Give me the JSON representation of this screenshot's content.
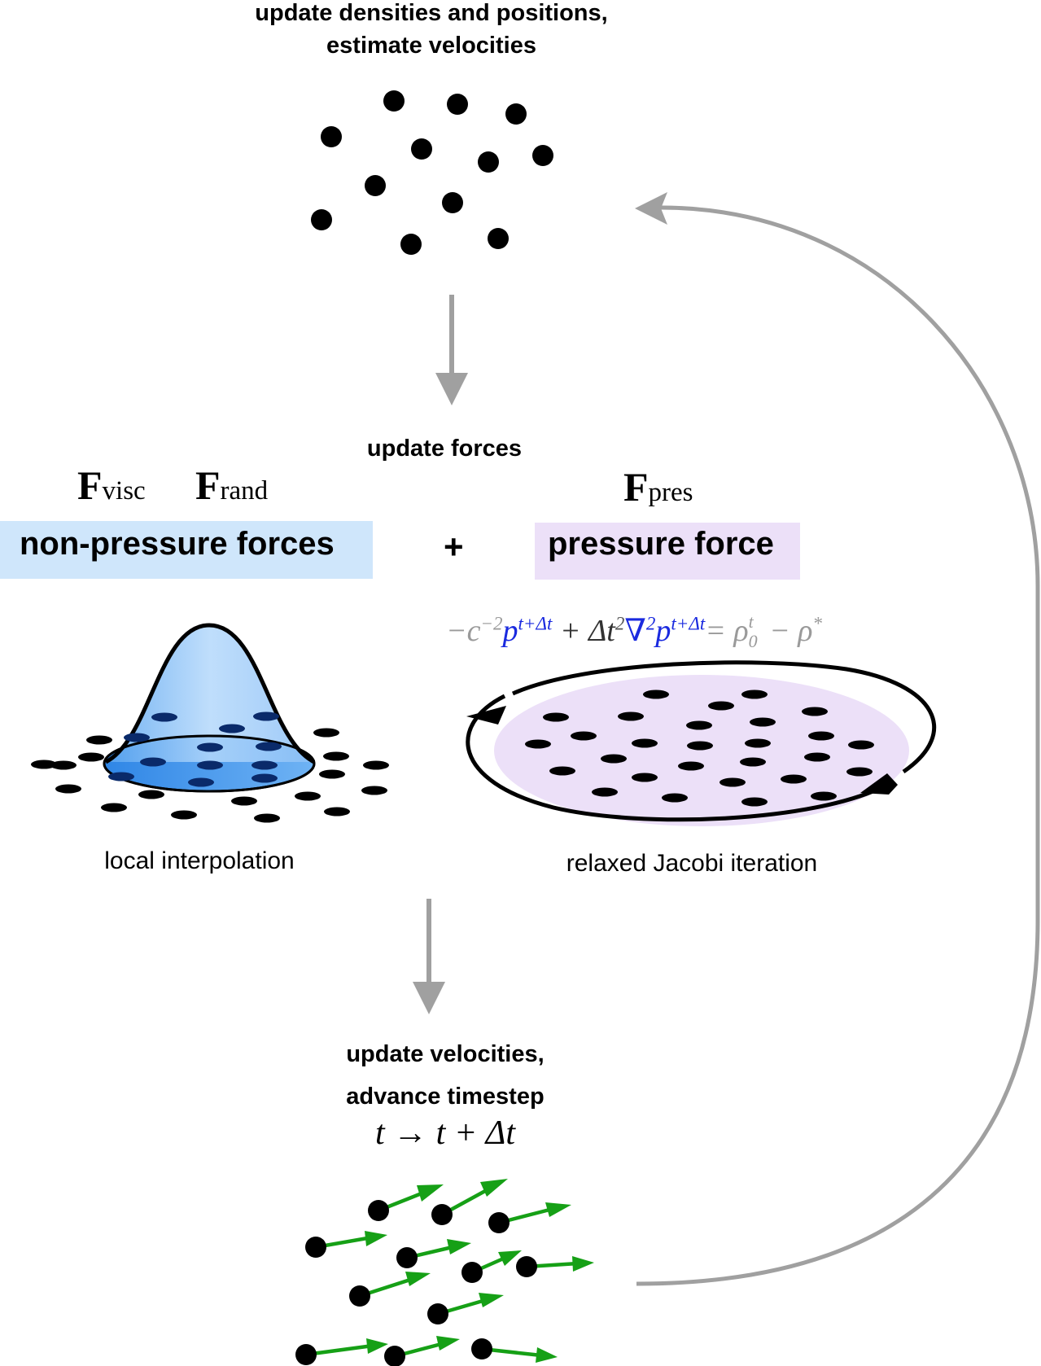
{
  "steps": {
    "step1": {
      "line1": "update densities and positions,",
      "line2": "estimate velocities"
    },
    "step2": {
      "title": "update forces"
    },
    "step3": {
      "line1": "update velocities,",
      "line2": "advance timestep",
      "formula": "t → t + Δt"
    }
  },
  "forces": {
    "nonpressure": {
      "symbol1": "F",
      "sub1": "visc",
      "symbol2": "F",
      "sub2": "rand",
      "label": "non-pressure forces",
      "caption": "local interpolation"
    },
    "plus": "+",
    "pressure": {
      "symbol": "F",
      "sub": "pres",
      "label": "pressure force",
      "caption": "relaxed Jacobi iteration"
    }
  },
  "equation": {
    "p1": "−c",
    "p1_sup": "−2",
    "p2": "p",
    "p2_sup": "t+Δt",
    "p3": " + Δt",
    "p3_sup": "2",
    "p4": "∇",
    "p4_sup": "2",
    "p5": "p",
    "p5_sup": "t+Δt",
    "p6": "= ρ",
    "p6_sup": "t",
    "p6_sub": "0",
    "p7": " − ρ",
    "p7_sup": "*"
  },
  "colors": {
    "arrow_gray": "#a0a0a0",
    "nonpressure_bg": "#cfe6fb",
    "pressure_bg": "#ece0f8",
    "kernel_blue": "#3a8ee8",
    "velocity_green": "#16a016",
    "equation_gray": "#9a9a9a",
    "equation_blue": "#1a2adf"
  }
}
